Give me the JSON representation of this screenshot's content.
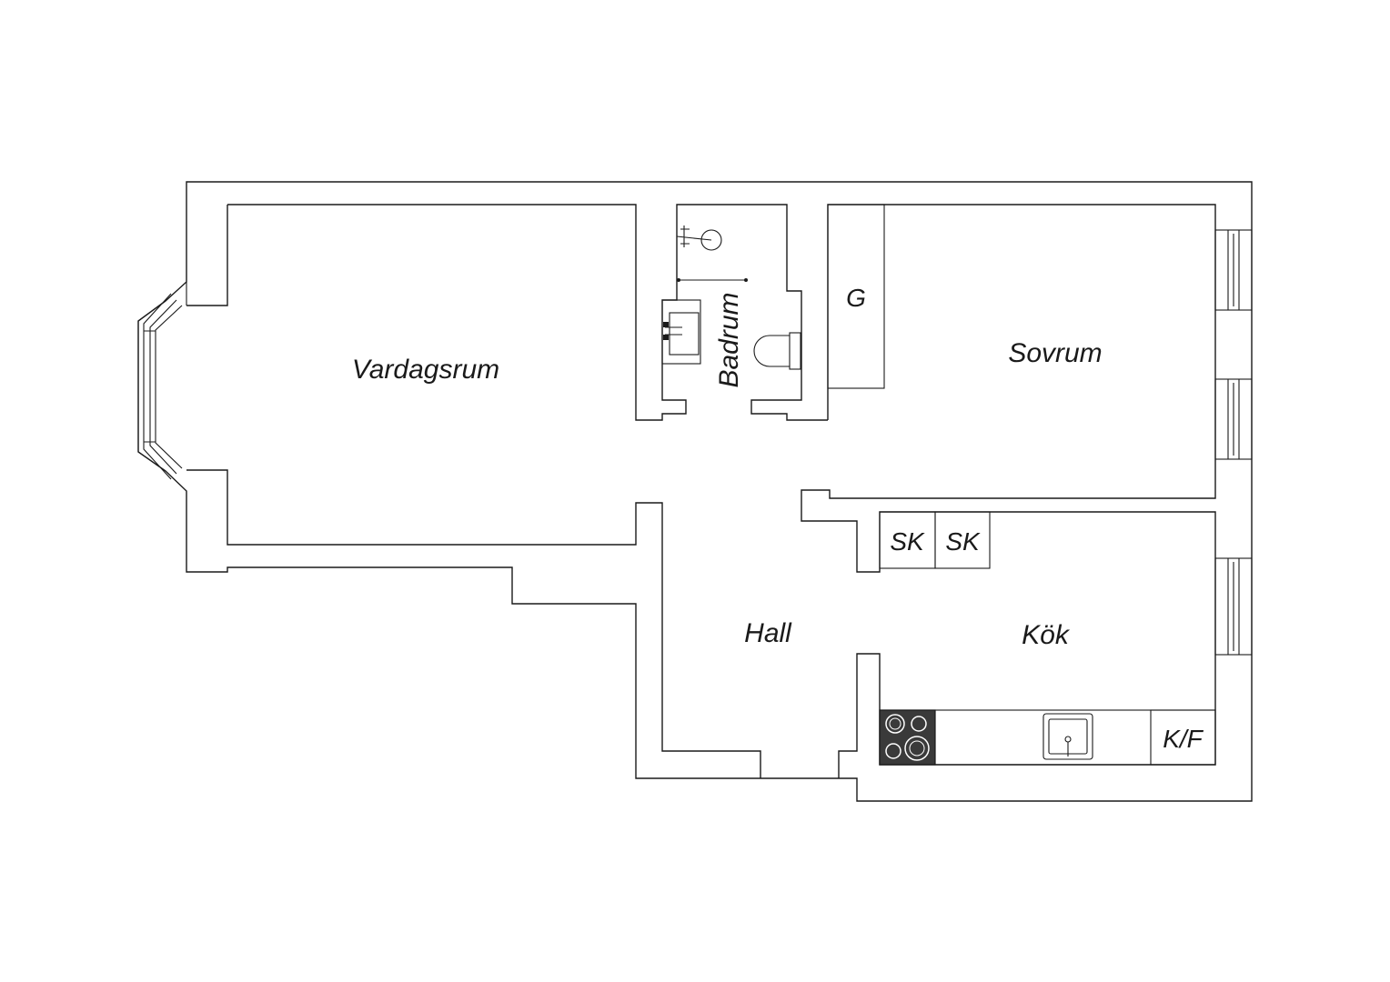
{
  "rooms": {
    "vardagsrum": "Vardagsrum",
    "badrum": "Badrum",
    "sovrum": "Sovrum",
    "hall": "Hall",
    "kok": "Kök"
  },
  "fixtures": {
    "wardrobe_g": "G",
    "closet_1": "SK",
    "closet_2": "SK",
    "fridge_freezer": "K/F"
  },
  "icons": [
    "shower-icon",
    "washbasin-icon",
    "toilet-icon",
    "stove-icon",
    "kitchen-sink-icon",
    "window-icon",
    "bay-window-icon"
  ],
  "colors": {
    "line": "#1a1a1a",
    "stove": "#3a3a3a",
    "background": "#ffffff"
  }
}
